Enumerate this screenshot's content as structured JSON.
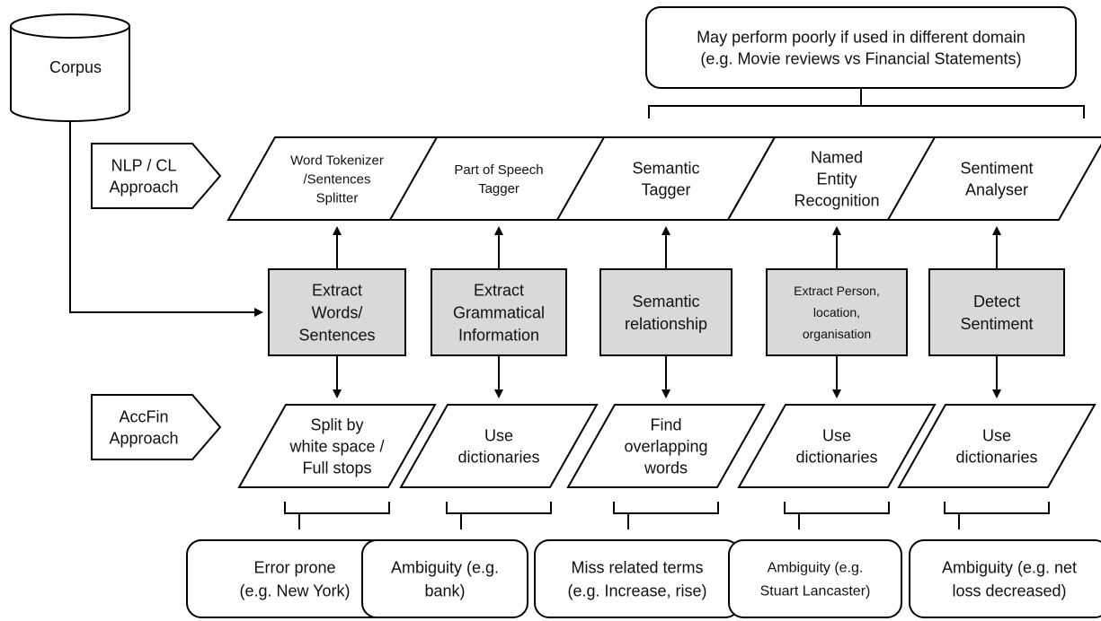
{
  "corpus": "Corpus",
  "top_note": {
    "lines": [
      "May perform poorly if used in different domain",
      "(e.g. Movie reviews vs Financial Statements)"
    ]
  },
  "approaches": {
    "nlp": [
      "NLP / CL",
      "Approach"
    ],
    "accfin": [
      "AccFin",
      "Approach"
    ]
  },
  "columns": [
    {
      "tool": [
        "Word Tokenizer",
        "/Sentences",
        "Splitter"
      ],
      "process": [
        "Extract",
        "Words/",
        "Sentences"
      ],
      "accfin": [
        "Split by",
        "white space /",
        "Full stops"
      ],
      "limitation": [
        "Error prone",
        "(e.g. New York)"
      ]
    },
    {
      "tool": [
        "Part of Speech",
        "Tagger"
      ],
      "process": [
        "Extract",
        "Grammatical",
        "Information"
      ],
      "accfin": [
        "Use",
        "dictionaries"
      ],
      "limitation": [
        "Ambiguity (e.g.",
        "bank)"
      ]
    },
    {
      "tool": [
        "Semantic",
        "Tagger"
      ],
      "process": [
        "Semantic",
        "relationship"
      ],
      "accfin": [
        "Find",
        "overlapping",
        "words"
      ],
      "limitation": [
        "Miss related terms",
        "(e.g. Increase, rise)"
      ]
    },
    {
      "tool": [
        "Named",
        "Entity",
        "Recognition"
      ],
      "process": [
        "Extract Person,",
        "location,",
        "organisation"
      ],
      "accfin": [
        "Use",
        "dictionaries"
      ],
      "limitation": [
        "Ambiguity (e.g.",
        "Stuart Lancaster)"
      ]
    },
    {
      "tool": [
        "Sentiment",
        "Analyser"
      ],
      "process": [
        "Detect",
        "Sentiment"
      ],
      "accfin": [
        "Use",
        "dictionaries"
      ],
      "limitation": [
        "Ambiguity (e.g. net",
        "loss decreased)"
      ]
    }
  ]
}
